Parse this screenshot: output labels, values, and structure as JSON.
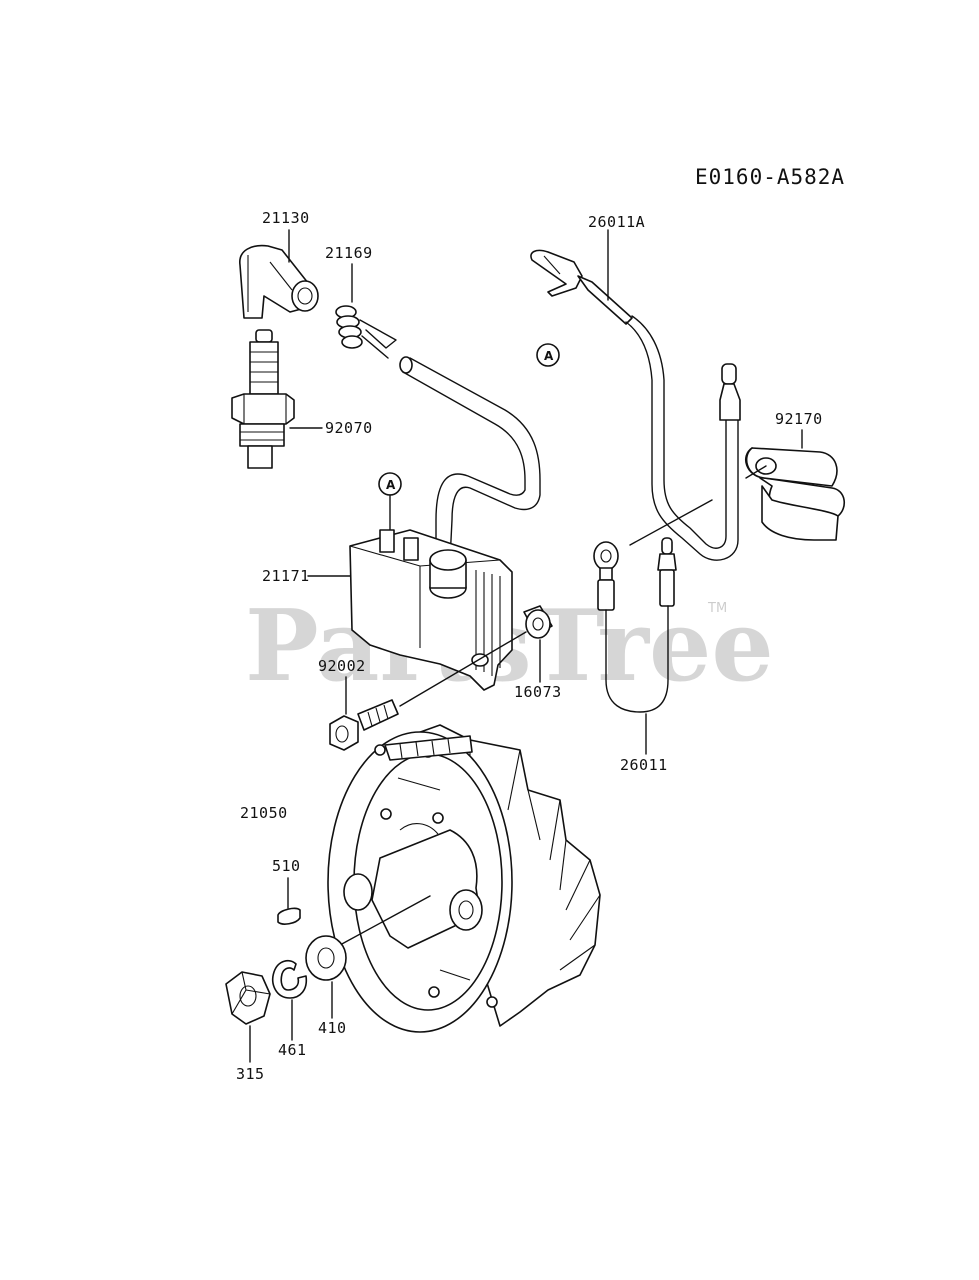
{
  "diagram_code": "E0160-A582A",
  "watermark": {
    "text": "PartsTree",
    "tm": "TM"
  },
  "reference_marker": "A",
  "parts": {
    "spark_plug_cap": "21130",
    "spring": "21169",
    "lead_wire_a": "26011A",
    "stop_switch_cover": "92170",
    "spark_plug": "92070",
    "ignition_coil": "21171",
    "spacer": "16073",
    "bolt": "92002",
    "lead_wire": "26011",
    "flywheel": "21050",
    "key": "510",
    "washer": "410",
    "lock_washer": "461",
    "nut": "315"
  }
}
